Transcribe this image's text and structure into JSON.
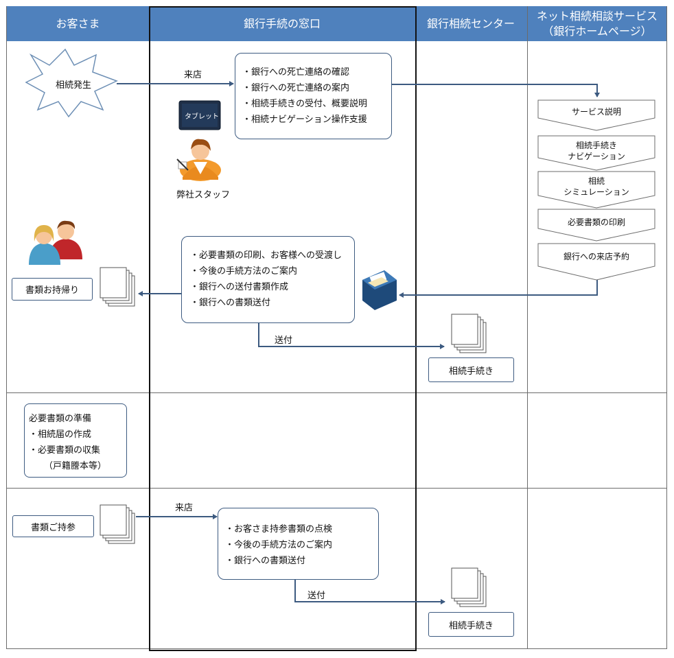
{
  "headers": {
    "customer": "お客さま",
    "counter": "銀行手続の窓口",
    "center": "銀行相続センター",
    "net_line1": "ネット相続相談サービス",
    "net_line2": "（銀行ホームページ）"
  },
  "row1": {
    "burst_label": "相続発生",
    "visit_label": "来店",
    "tablet_label": "タブレット",
    "staff_label": "弊社スタッフ",
    "counter_items": [
      "・銀行への死亡連絡の確認",
      "・銀行への死亡連絡の案内",
      "・相続手続きの受付、概要説明",
      "・相続ナビゲーション操作支援"
    ],
    "net_steps": [
      "サービス説明",
      "相続手続き\nナビゲーション",
      "相続\nシミュレーション",
      "必要書類の印刷",
      "銀行への来店予約"
    ],
    "return_items": [
      "・必要書類の印刷、お客様への受渡し",
      "・今後の手続方法のご案内",
      "・銀行への送付書類作成",
      "・銀行への書類送付"
    ],
    "takeaway_label": "書類お持帰り",
    "send_label": "送付",
    "center_box": "相続手続き"
  },
  "row2": {
    "prep_title": "必要書類の準備",
    "prep_items": [
      "・相続届の作成",
      "・必要書類の収集"
    ],
    "prep_note": "（戸籍謄本等）"
  },
  "row3": {
    "bring_label": "書類ご持参",
    "visit_label": "来店",
    "check_items": [
      "・お客さま持参書類の点検",
      "・今後の手続方法のご案内",
      "・銀行への書類送付"
    ],
    "send_label": "送付",
    "center_box": "相続手続き"
  },
  "colors": {
    "header": "#4f81bd",
    "arrow": "#3c5a80",
    "grid": "#6b6b6b"
  }
}
